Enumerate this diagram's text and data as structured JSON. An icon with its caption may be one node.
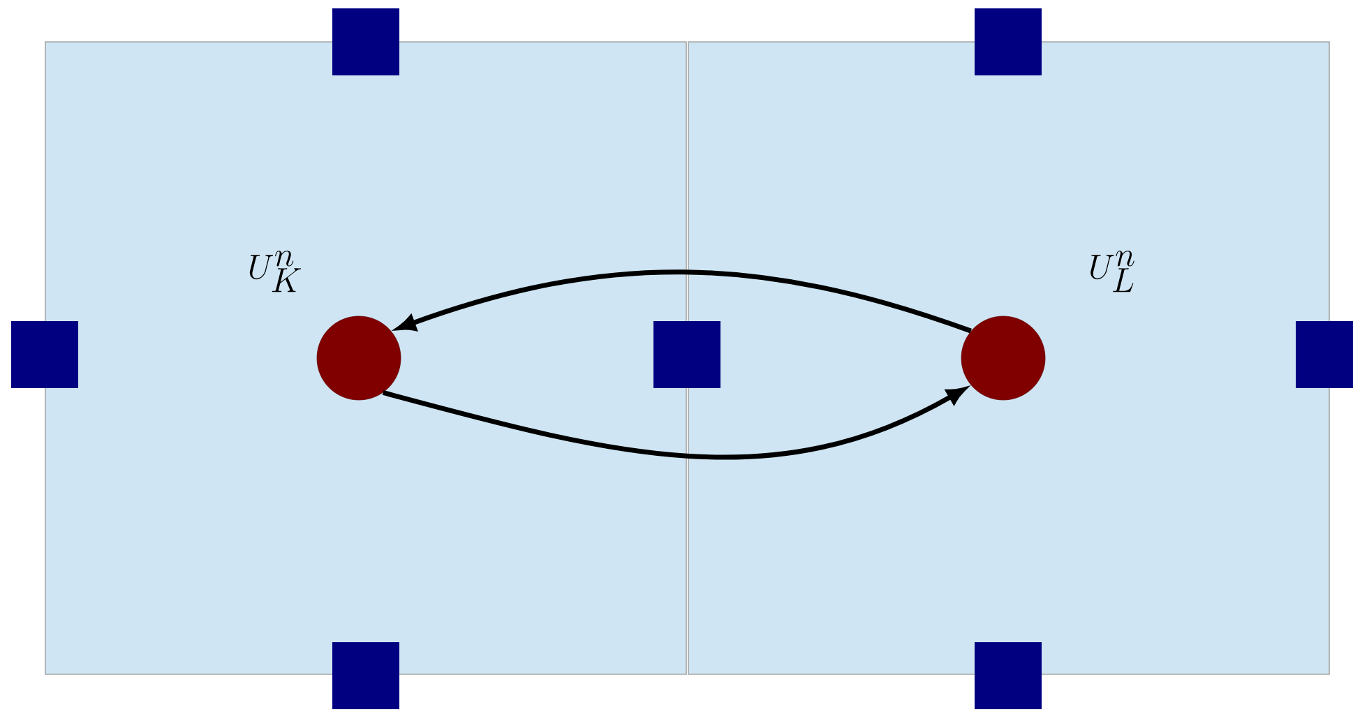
{
  "diagram": {
    "nodes": [
      {
        "text": [],
        "shape": "box"
      },
      {
        "text": [],
        "shape": "box"
      },
      {
        "text": [],
        "shape": "circle",
        "in": 0,
        "beside": [
          "U_K^n"
        ]
      },
      {
        "text": [],
        "shape": "circle",
        "in": 1,
        "beside": [
          "U_L^n"
        ]
      }
    ],
    "edges": [
      {
        "from": 2,
        "to": 3,
        "arrow": "to"
      },
      {
        "from": 3,
        "to": 2,
        "arrow": "to"
      }
    ]
  }
}
